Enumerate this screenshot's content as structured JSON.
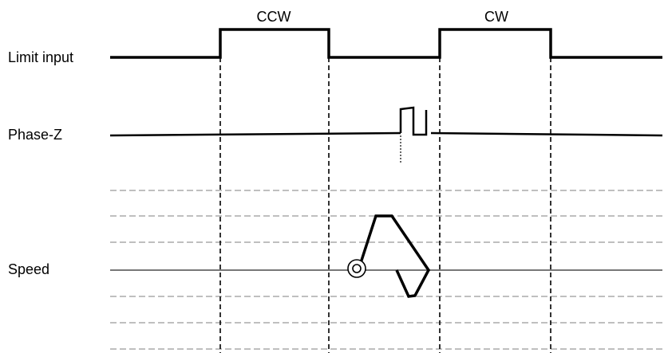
{
  "signals": {
    "limit_input": "Limit input",
    "phase_z": "Phase-Z",
    "speed": "Speed"
  },
  "pulses": {
    "ccw": "CCW",
    "cw": "CW"
  },
  "colors": {
    "signal": "#000000",
    "guide": "#aaaaaa",
    "baseline": "#777777"
  }
}
